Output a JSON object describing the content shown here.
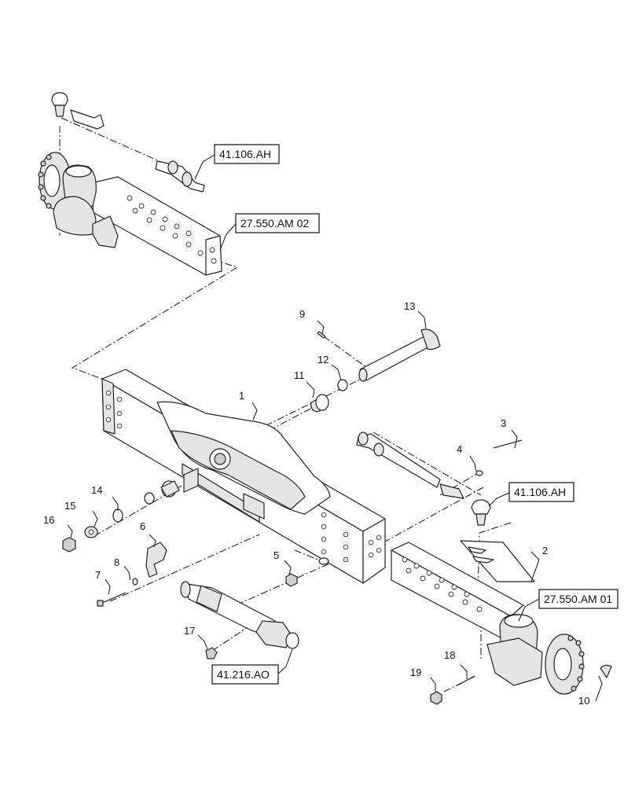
{
  "callouts": {
    "c1": "1",
    "c2": "2",
    "c3": "3",
    "c4": "4",
    "c5": "5",
    "c6": "6",
    "c7": "7",
    "c8": "8",
    "c9": "9",
    "c10": "10",
    "c11": "11",
    "c12": "12",
    "c13": "13",
    "c14": "14",
    "c15": "15",
    "c16": "16",
    "c17": "17",
    "c18": "18",
    "c19": "19"
  },
  "references": {
    "steering_top": "41.106.AH",
    "knuckle_left": "27.550.AM 02",
    "steering_right": "41.106.AH",
    "knuckle_right": "27.550.AM 01",
    "cylinder": "41.216.AO"
  }
}
